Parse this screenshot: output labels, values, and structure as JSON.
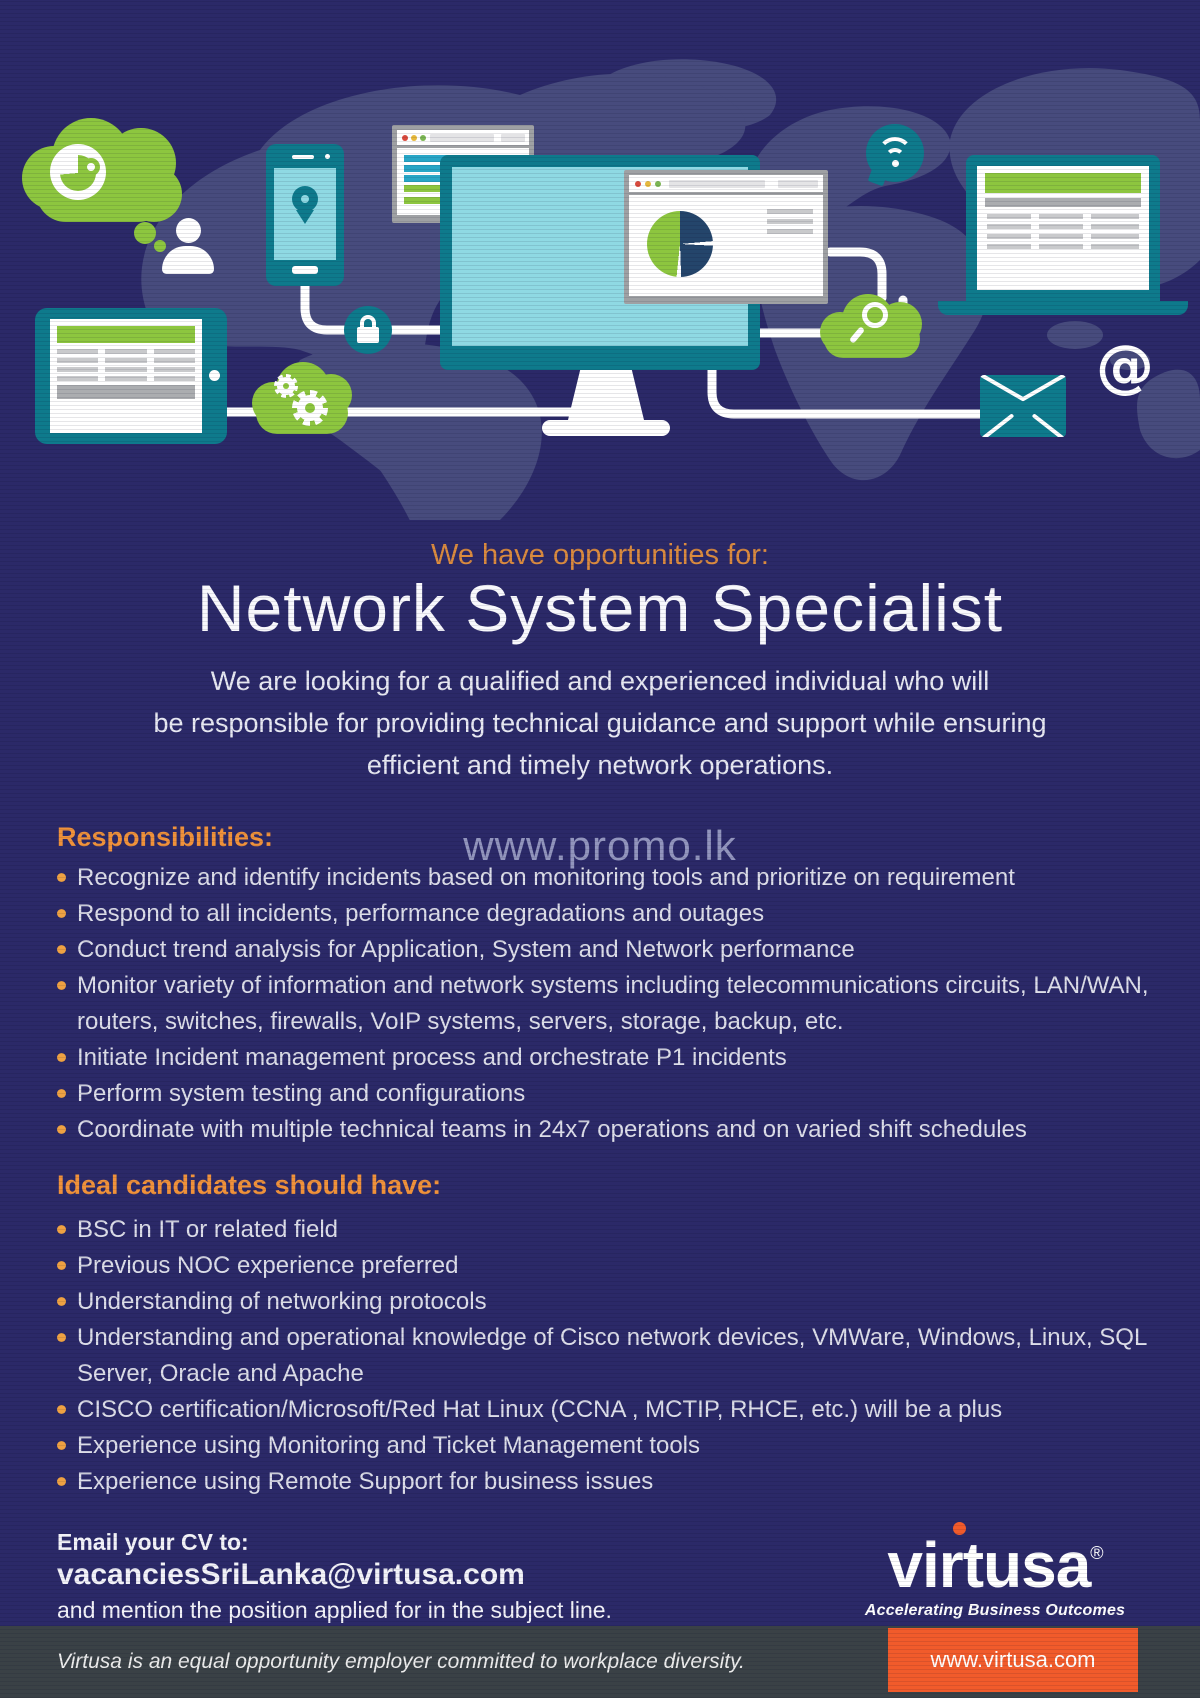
{
  "poster": {
    "kicker": "We have opportunities for:",
    "title": "Network System Specialist",
    "intro_lines": [
      "We are looking for a qualified and experienced individual who will",
      "be responsible for providing technical guidance and support while ensuring",
      "efficient and timely network operations."
    ],
    "watermark": "www.promo.lk"
  },
  "sections": [
    {
      "heading": "Responsibilities:",
      "items": [
        "Recognize and identify incidents based on monitoring tools and prioritize on requirement",
        "Respond to all incidents, performance degradations and outages",
        "Conduct trend analysis for Application, System and Network performance",
        "Monitor variety of information and network systems including telecommunications circuits, LAN/WAN, routers, switches, firewalls, VoIP systems, servers, storage, backup, etc.",
        "Initiate Incident management process and orchestrate P1 incidents",
        "Perform system testing and configurations",
        "Coordinate with multiple technical teams in 24x7 operations and on varied shift schedules"
      ]
    },
    {
      "heading": "Ideal candidates should have:",
      "items": [
        "BSC in IT or related field",
        "Previous NOC experience preferred",
        "Understanding of networking protocols",
        "Understanding and operational knowledge of Cisco network devices, VMWare, Windows, Linux, SQL Server, Oracle and Apache",
        "CISCO certification/Microsoft/Red Hat Linux (CCNA , MCTIP, RHCE, etc.) will be a plus",
        "Experience using Monitoring and Ticket Management tools",
        "Experience using Remote Support for business issues"
      ]
    }
  ],
  "contact": {
    "line1": "Email your CV to:",
    "email": "vacanciesSriLanka@virtusa.com",
    "line2": "and mention the position applied for in the subject line."
  },
  "brand": {
    "logo_text": "virtusa",
    "registered_mark": "®",
    "tagline": "Accelerating Business Outcomes"
  },
  "footer": {
    "note": "Virtusa is an equal opportunity employer committed to workplace diversity.",
    "website": "www.virtusa.com"
  },
  "illustration": {
    "at_symbol": "@",
    "icons": [
      "world-map",
      "thought-cloud-pie",
      "user-silhouette",
      "smartphone-location-pin",
      "browser-window-bars",
      "desktop-monitor",
      "browser-window-pie-chart",
      "wifi-bubble",
      "laptop-document",
      "search-cloud",
      "gears-cloud",
      "lock-badge",
      "envelope",
      "at-symbol",
      "tablet-document"
    ]
  },
  "colors": {
    "background_navy": "#2B2968",
    "map_indigo": "#474B7D",
    "accent_green": "#8DC63F",
    "teal_dark": "#0E7A8C",
    "teal_light": "#8FD9E3",
    "teal_bar": "#28A6C6",
    "heading_orange": "#F0923B",
    "button_orange": "#F15B2B",
    "footer_gray": "#3A4146",
    "body_text": "#DDDEE9"
  }
}
